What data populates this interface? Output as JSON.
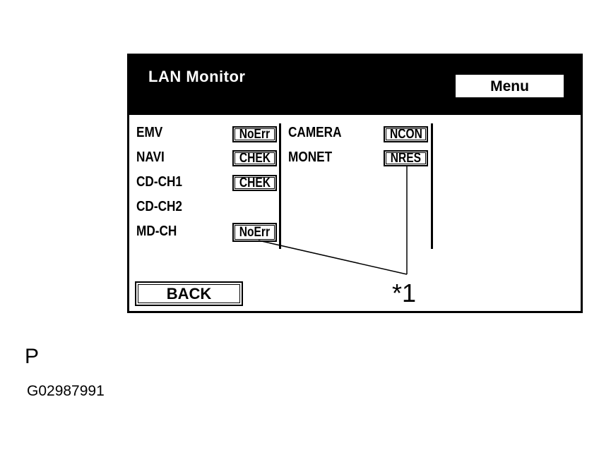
{
  "screen": {
    "title": "LAN Monitor",
    "menu_label": "Menu",
    "back_label": "BACK",
    "left_column": [
      {
        "device": "EMV",
        "status": "NoErr"
      },
      {
        "device": "NAVI",
        "status": "CHEK"
      },
      {
        "device": "CD-CH1",
        "status": "CHEK"
      },
      {
        "device": "CD-CH2",
        "status": ""
      },
      {
        "device": "MD-CH",
        "status": "NoErr"
      }
    ],
    "right_column": [
      {
        "device": "CAMERA",
        "status": "NCON"
      },
      {
        "device": "MONET",
        "status": "NRES"
      }
    ],
    "callout": "*1"
  },
  "footer": {
    "label": "P",
    "figure_id": "G02987991"
  }
}
